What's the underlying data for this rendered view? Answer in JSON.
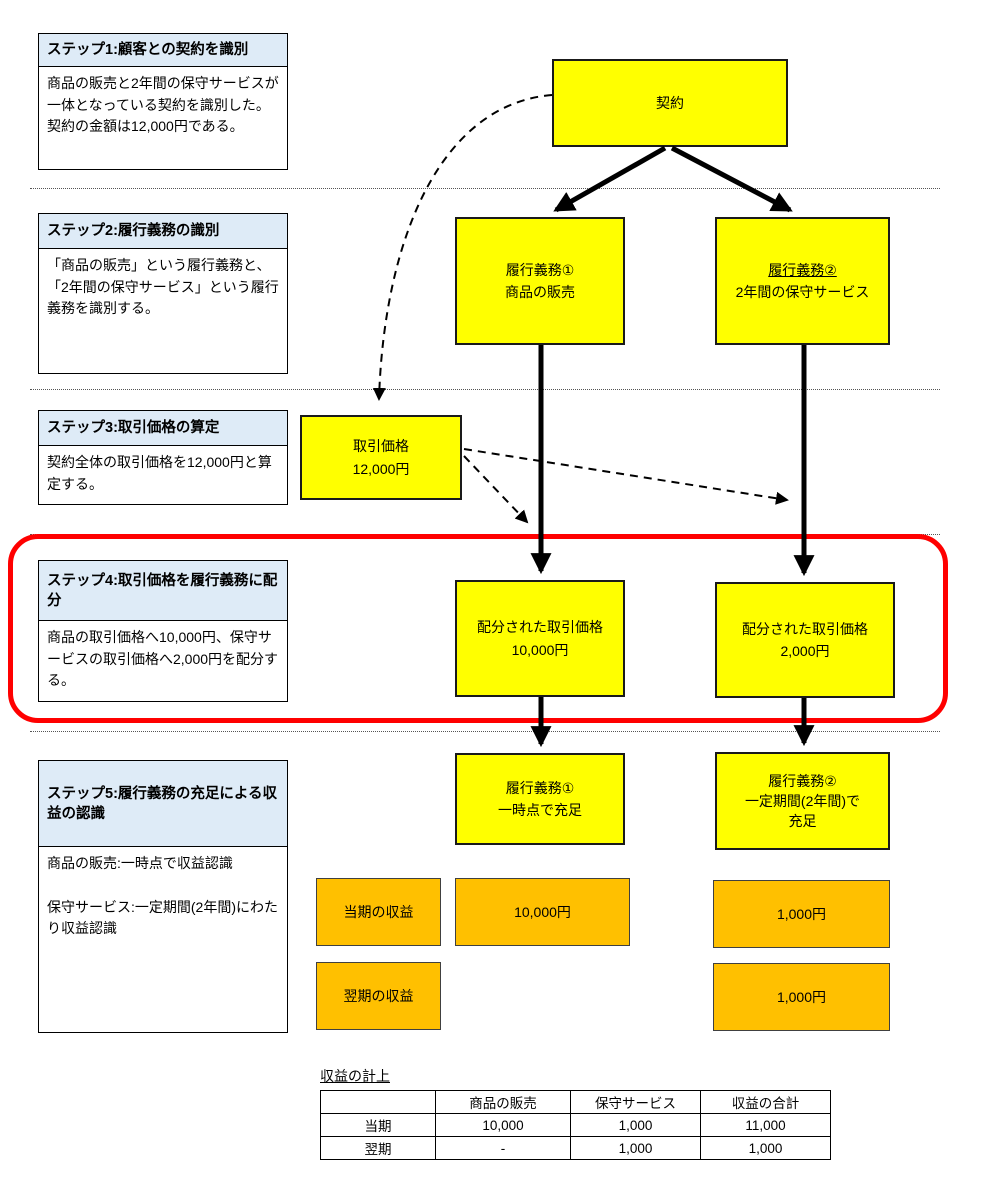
{
  "steps": [
    {
      "title": "ステップ1:顧客との契約を識別",
      "body": "商品の販売と2年間の保守サービスが一体となっている契約を識別した。契約の金額は12,000円である。"
    },
    {
      "title": "ステップ2:履行義務の識別",
      "body": "「商品の販売」という履行義務と、「2年間の保守サービス」という履行義務を識別する。"
    },
    {
      "title": "ステップ3:取引価格の算定",
      "body": "契約全体の取引価格を12,000円と算定する。"
    },
    {
      "title": "ステップ4:取引価格を履行義務に配分",
      "body": "商品の取引価格へ10,000円、保守サービスの取引価格へ2,000円を配分する。"
    },
    {
      "title": "ステップ5:履行義務の充足による収益の認識",
      "body1": "商品の販売:一時点で収益認識",
      "body2": "保守サービス:一定期間(2年間)にわたり収益認識"
    }
  ],
  "flow": {
    "contract": "契約",
    "obligation1": {
      "line1": "履行義務①",
      "line2": "商品の販売"
    },
    "obligation2": {
      "line1": "履行義務②",
      "line2": "2年間の保守サービス"
    },
    "price": {
      "line1": "取引価格",
      "line2": "12,000円"
    },
    "allocated1": {
      "line1": "配分された取引価格",
      "line2": "10,000円"
    },
    "allocated2": {
      "line1": "配分された取引価格",
      "line2": "2,000円"
    },
    "fulfill1": {
      "line1": "履行義務①",
      "line2": "一時点で充足"
    },
    "fulfill2": {
      "line1": "履行義務②",
      "line2": "一定期間(2年間)で",
      "line3": "充足"
    },
    "current_period_label": "当期の収益",
    "next_period_label": "翌期の収益",
    "current_goods_revenue": "10,000円",
    "current_service_revenue": "1,000円",
    "next_service_revenue": "1,000円"
  },
  "table": {
    "title": "収益の計上",
    "headers": [
      "",
      "商品の販売",
      "保守サービス",
      "収益の合計"
    ],
    "rows": [
      [
        "当期",
        "10,000",
        "1,000",
        "11,000"
      ],
      [
        "翌期",
        "-",
        "1,000",
        "1,000"
      ]
    ]
  },
  "colors": {
    "box_yellow": "#FFFF00",
    "box_orange": "#FFC000",
    "step_header_blue": "#DEEBF7",
    "highlight_red": "#FF0000",
    "line_black": "#000000"
  }
}
